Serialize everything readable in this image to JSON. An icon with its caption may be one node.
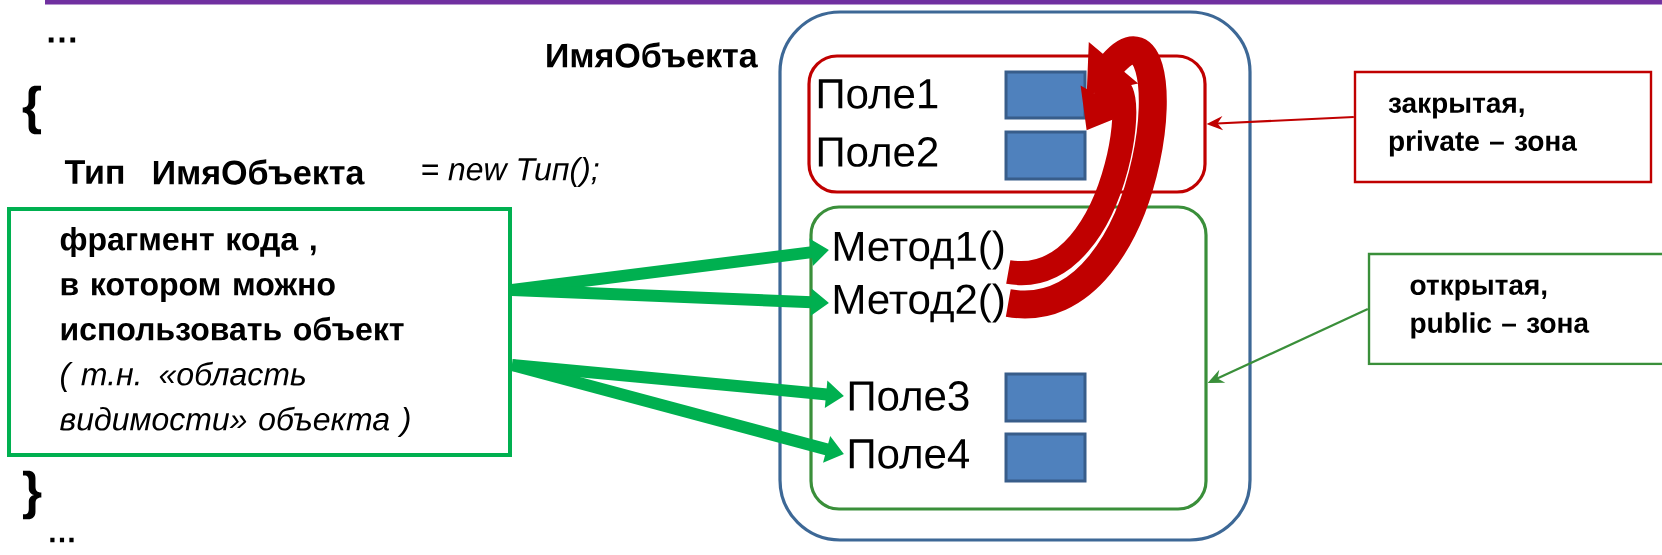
{
  "diagram": {
    "nodes": [
      {
        "text": [
          "ИмяОбъекта"
        ]
      },
      {
        "text": [],
        "shape": "box",
        "in": 0
      },
      {
        "text": [],
        "shape": "box",
        "in": 1
      },
      {
        "text": [],
        "shape": "box",
        "in": 1
      },
      {
        "text": [],
        "shape": "box",
        "in": 0
      },
      {
        "text": [
          "Метод1()"
        ],
        "in": 4
      },
      {
        "text": [
          "Метод2()"
        ],
        "in": 4
      },
      {
        "text": [
          "Поле3"
        ],
        "in": 4
      },
      {
        "text": [],
        "shape": "box",
        "in": 4
      },
      {
        "text": [
          "Поле4"
        ],
        "in": 4
      },
      {
        "text": [],
        "shape": "box",
        "in": 4
      },
      {
        "text": [
          "закрытая, private – зона"
        ]
      },
      {
        "text": [
          "открытая, public – зона"
        ]
      },
      {
        "text": [
          "фрагмент кода , в котором можно использовать объект",
          "( т.н. «область видимости» объекта )"
        ]
      }
    ],
    "edges": [
      {
        "from": 13,
        "to": 5,
        "arrow": "to",
        "color": "#00b050"
      },
      {
        "from": 13,
        "to": 6,
        "arrow": "to",
        "color": "#00b050"
      },
      {
        "from": 13,
        "to": 7,
        "arrow": "to",
        "color": "#00b050"
      },
      {
        "from": 13,
        "to": 9,
        "arrow": "to",
        "color": "#00b050"
      },
      {
        "from": 6,
        "to": 2,
        "arrow": "to",
        "style": "thick",
        "color": "#c00000"
      },
      {
        "from": 5,
        "to": 3,
        "arrow": "to",
        "style": "thick",
        "color": "#c00000"
      },
      {
        "from": 11,
        "to": 1,
        "arrow": "to",
        "color": "#c00000"
      },
      {
        "from": 12,
        "to": 4,
        "arrow": "to",
        "color": "#3a8f3a"
      }
    ],
    "labels": [
      "…",
      "{",
      "Тип",
      "ИмяОбъекта",
      "= new Тип();",
      "Поле1",
      "Поле2",
      "}",
      "…"
    ]
  }
}
